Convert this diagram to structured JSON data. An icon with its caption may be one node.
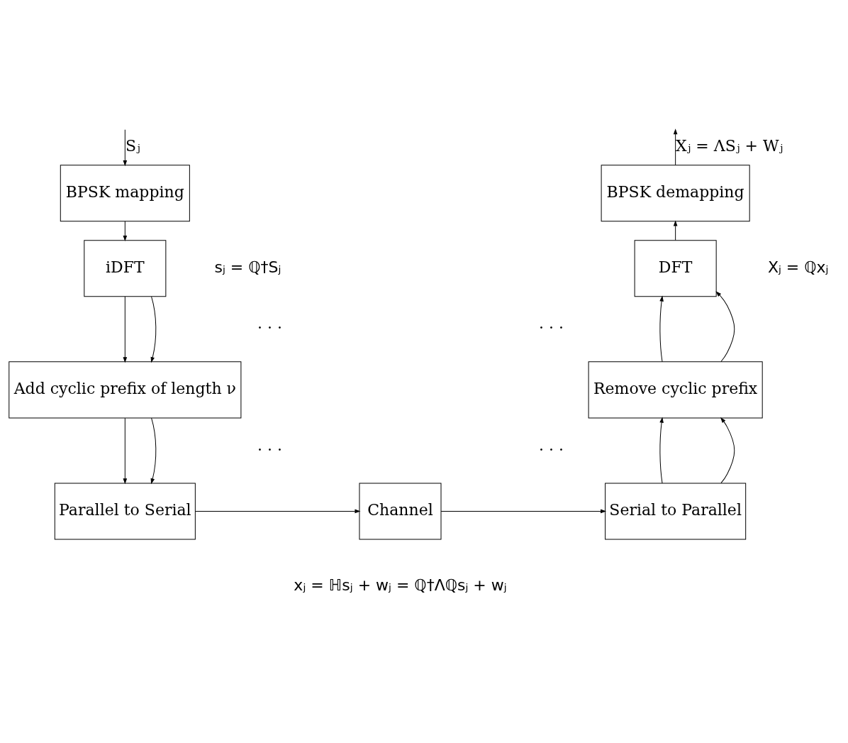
{
  "diagram": {
    "nodes": [
      {
        "text": [
          "BPSK mapping"
        ]
      },
      {
        "text": [
          "iDFT"
        ],
        "beside": [
          "sⱼ = ℚ†Sⱼ"
        ]
      },
      {
        "text": [
          "Add cyclic prefix of length ν"
        ]
      },
      {
        "text": [
          "Parallel to Serial"
        ]
      },
      {
        "text": [
          "Channel"
        ],
        "beside": [
          "xⱼ = ℍsⱼ + wⱼ = ℚ†Λℚsⱼ + wⱼ"
        ]
      },
      {
        "text": [
          "Serial to Parallel"
        ]
      },
      {
        "text": [
          "Remove cyclic prefix"
        ]
      },
      {
        "text": [
          "DFT"
        ],
        "beside": [
          "Xⱼ = ℚxⱼ"
        ]
      },
      {
        "text": [
          "BPSK demapping"
        ]
      }
    ],
    "edges": [
      {
        "from": null,
        "to": 0,
        "arrow": "to",
        "label": "Sⱼ"
      },
      {
        "from": 0,
        "to": 1,
        "arrow": "to"
      },
      {
        "from": 1,
        "to": 2,
        "arrow": "to"
      },
      {
        "from": 1,
        "to": 2,
        "arrow": "to"
      },
      {
        "from": 2,
        "to": 3,
        "arrow": "to"
      },
      {
        "from": 2,
        "to": 3,
        "arrow": "to"
      },
      {
        "from": 3,
        "to": 4,
        "arrow": "to"
      },
      {
        "from": 4,
        "to": 5,
        "arrow": "to"
      },
      {
        "from": 5,
        "to": 6,
        "arrow": "to"
      },
      {
        "from": 5,
        "to": 6,
        "arrow": "to"
      },
      {
        "from": 6,
        "to": 7,
        "arrow": "to"
      },
      {
        "from": 6,
        "to": 7,
        "arrow": "to"
      },
      {
        "from": 7,
        "to": 8,
        "arrow": "to"
      },
      {
        "from": 8,
        "to": null,
        "arrow": "to",
        "label": "Xⱼ = ΛSⱼ + Wⱼ"
      }
    ],
    "labels": [
      "· · ·",
      "· · ·",
      "· · ·",
      "· · ·"
    ]
  }
}
